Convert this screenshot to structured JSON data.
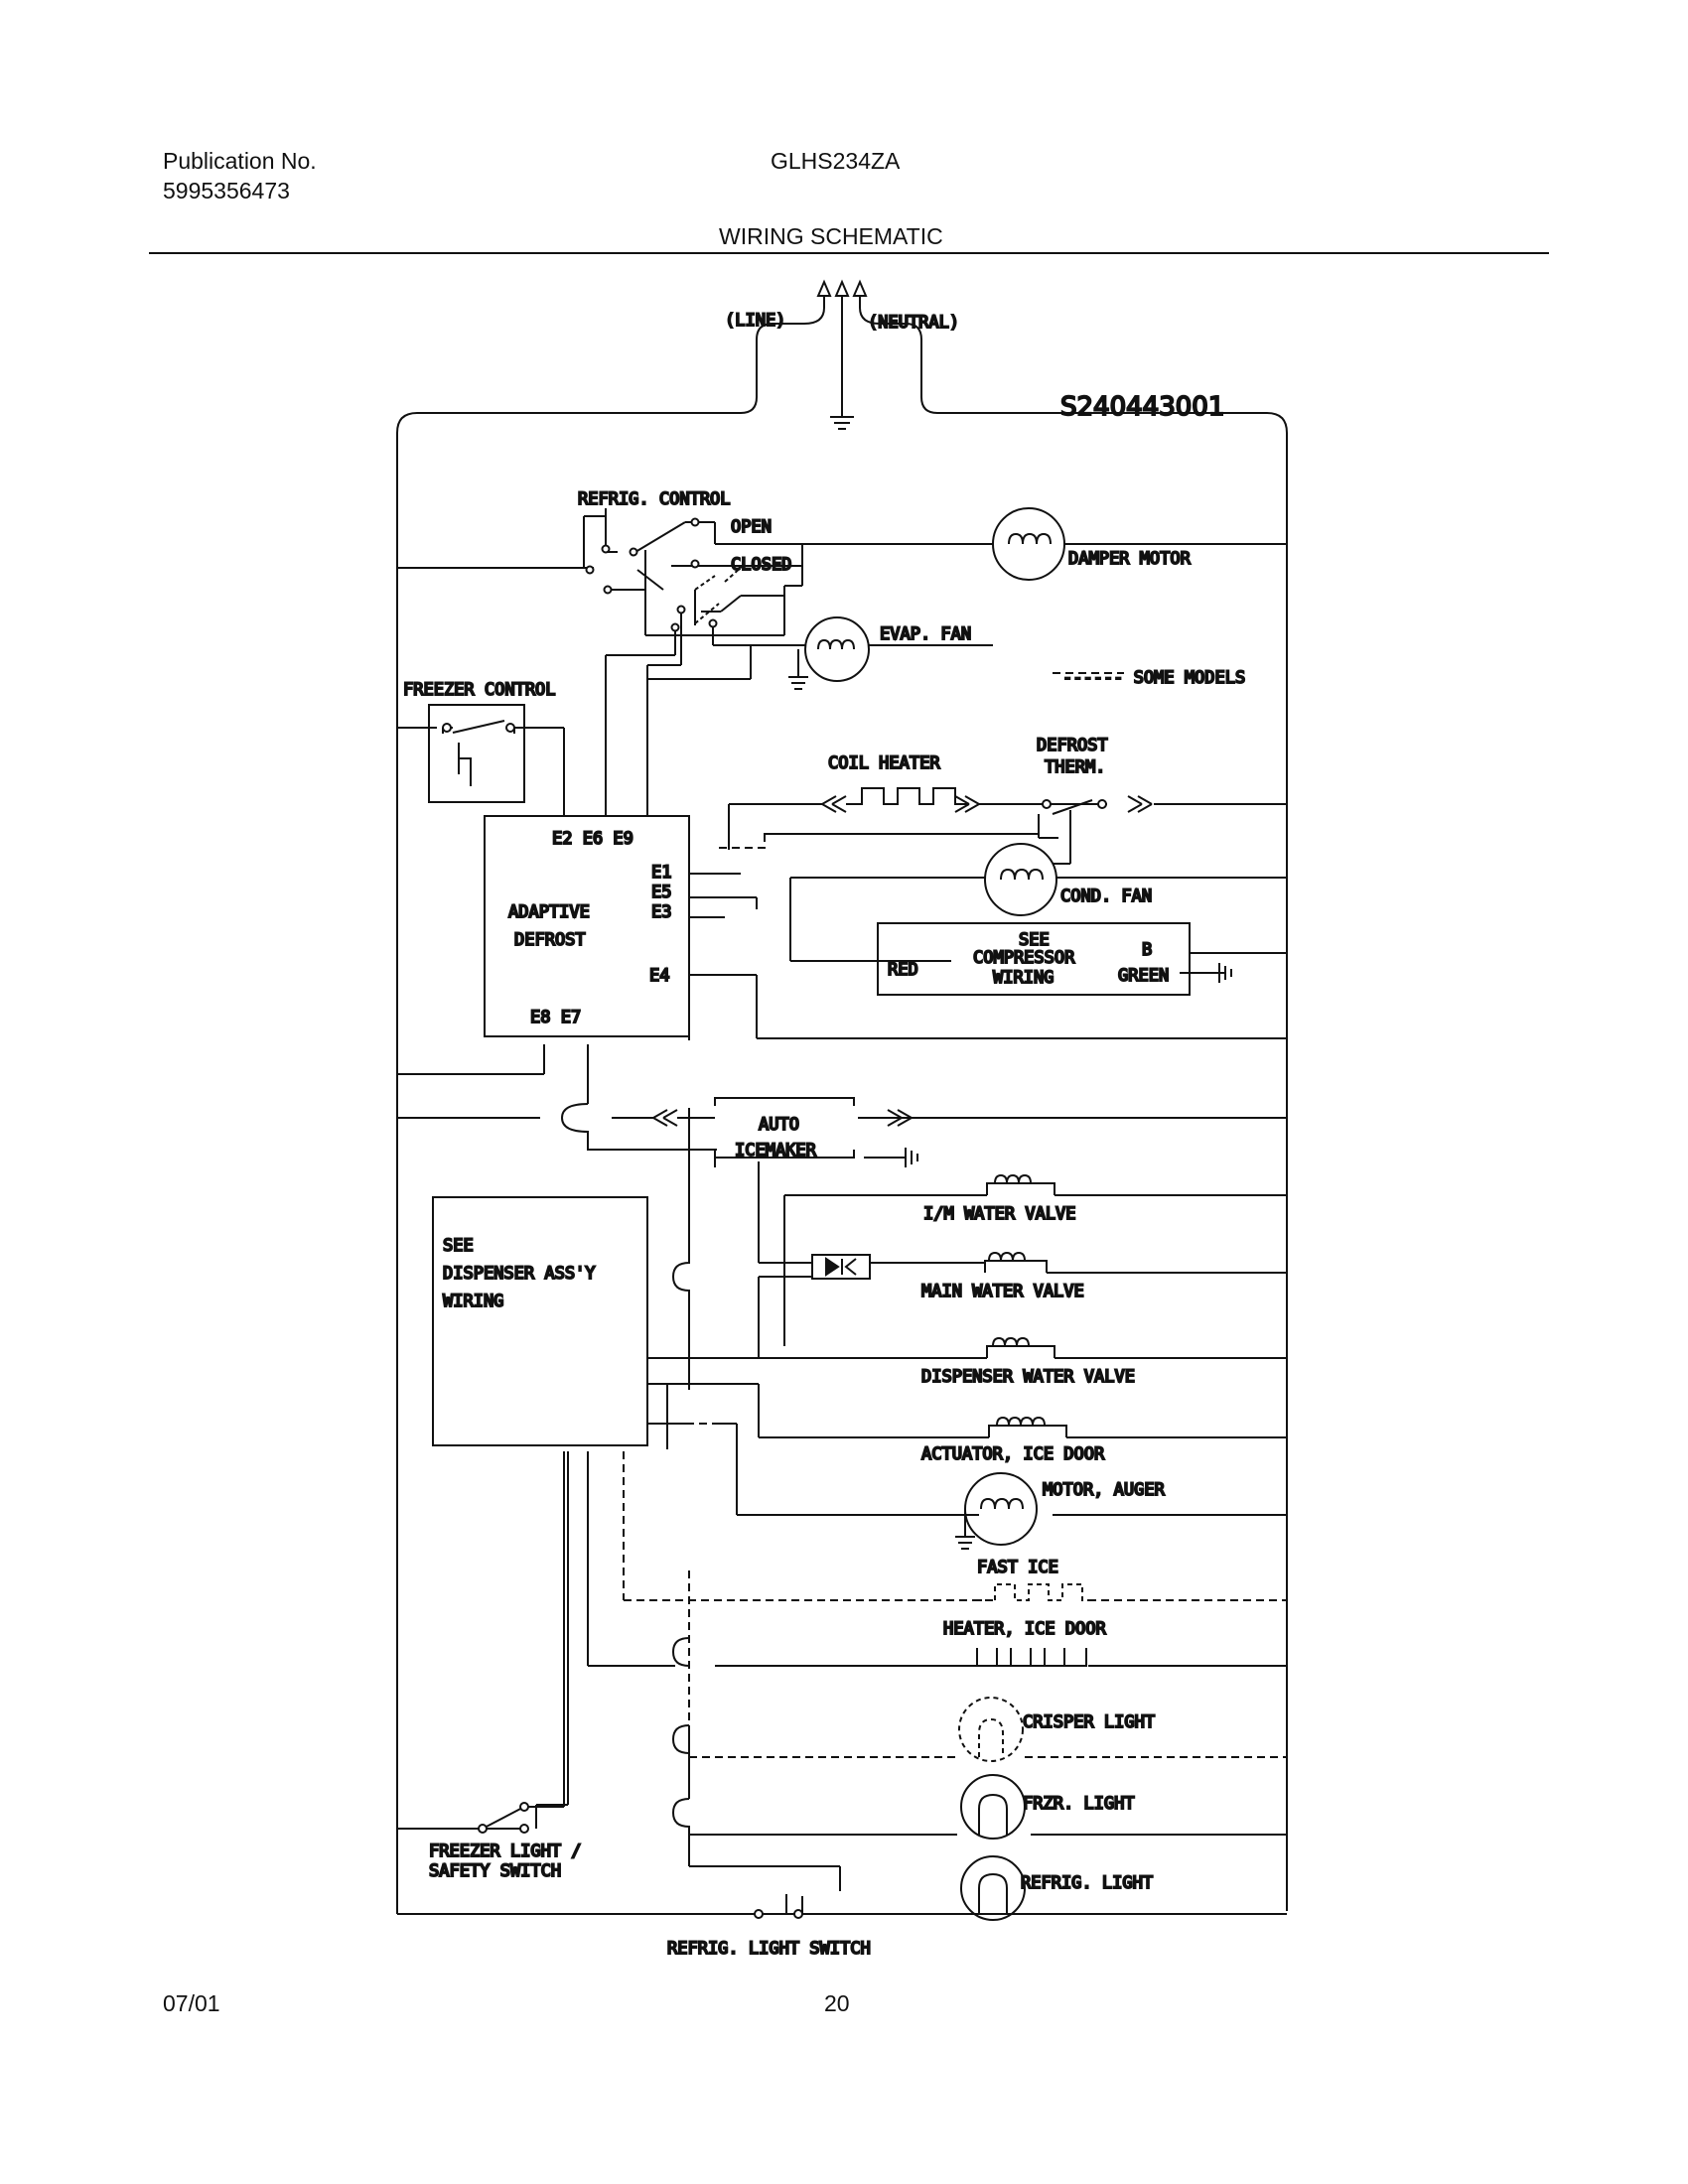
{
  "header": {
    "publication_label": "Publication No.",
    "publication_number": "5995356473",
    "model": "GLHS234ZA",
    "title": "WIRING SCHEMATIC"
  },
  "footer": {
    "date": "07/01",
    "page_number": "20"
  },
  "diagram": {
    "drawing_number": "S240443001",
    "line_label": "(LINE)",
    "neutral_label": "(NEUTRAL)",
    "refrig_control": {
      "label": "REFRIG. CONTROL",
      "open": "OPEN",
      "closed": "CLOSED"
    },
    "damper_motor": "DAMPER MOTOR",
    "evap_fan": "EVAP. FAN",
    "some_models": "------ SOME MODELS",
    "freezer_control": "FREEZER CONTROL",
    "coil_heater": "COIL HEATER",
    "defrost_therm_line1": "DEFROST",
    "defrost_therm_line2": "THERM.",
    "adaptive_defrost": {
      "line1": "ADAPTIVE",
      "line2": "DEFROST",
      "top_terminals": "E2 E6 E9",
      "side_terminals": [
        "E1",
        "E5",
        "E3"
      ],
      "e4": "E4",
      "bottom_terminals": "E8 E7"
    },
    "cond_fan": "COND. FAN",
    "compressor": {
      "line1": "SEE",
      "line2": "COMPRESSOR",
      "line3": "WIRING",
      "red": "RED",
      "b": "B",
      "green": "GREEN"
    },
    "auto_icemaker_line1": "AUTO",
    "auto_icemaker_line2": "ICEMAKER",
    "dispenser_line1": "SEE",
    "dispenser_line2": "DISPENSER ASS'Y",
    "dispenser_line3": "WIRING",
    "im_water_valve": "I/M WATER VALVE",
    "main_water_valve": "MAIN WATER VALVE",
    "dispenser_water_valve": "DISPENSER WATER VALVE",
    "actuator_ice_door": "ACTUATOR, ICE DOOR",
    "motor_auger": "MOTOR, AUGER",
    "fast_ice": "FAST ICE",
    "heater_ice_door": "HEATER, ICE DOOR",
    "crisper_light": "CRISPER LIGHT",
    "frzr_light": "FRZR. LIGHT",
    "refrig_light": "REFRIG. LIGHT",
    "freezer_light_line1": "FREEZER LIGHT /",
    "freezer_light_line2": "SAFETY SWITCH",
    "refrig_light_switch": "REFRIG. LIGHT SWITCH"
  }
}
